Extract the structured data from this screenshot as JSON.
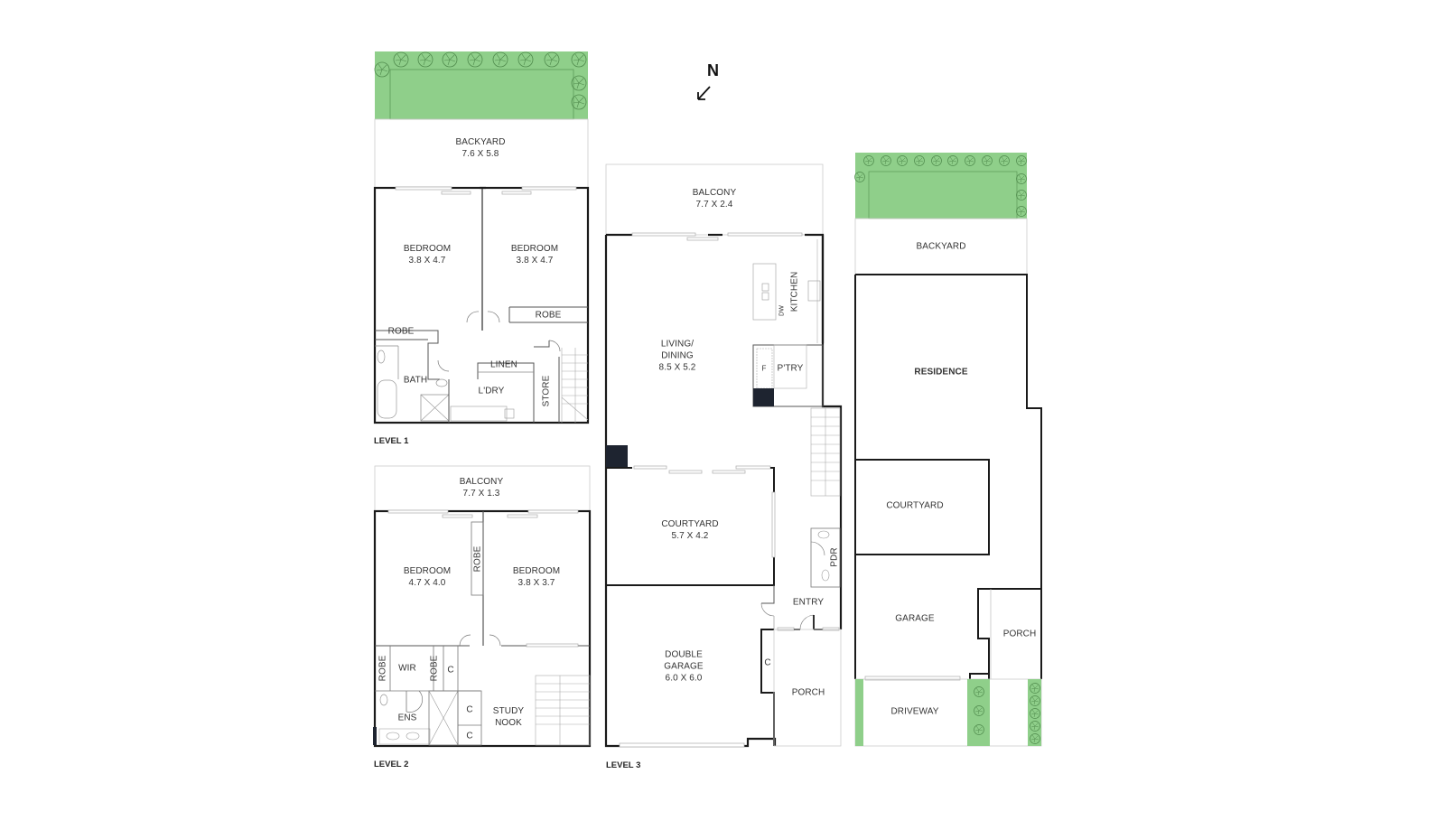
{
  "compass": {
    "label": "N",
    "icon": "north-arrow-icon"
  },
  "colors": {
    "landscape_green": "#8fcf8a",
    "wall": "#1a1a1a",
    "thin_line": "#bbbbbb",
    "dark_fill": "#1e2430"
  },
  "level1": {
    "title": "LEVEL 1",
    "rooms": [
      {
        "name": "BACKYARD",
        "dims": "7.6 X 5.8"
      },
      {
        "name": "BEDROOM",
        "dims": "3.8 X 4.7"
      },
      {
        "name": "BEDROOM",
        "dims": "3.8 X 4.7"
      },
      {
        "name": "ROBE"
      },
      {
        "name": "ROBE"
      },
      {
        "name": "BATH"
      },
      {
        "name": "LINEN"
      },
      {
        "name": "L'DRY"
      },
      {
        "name": "STORE"
      }
    ]
  },
  "level2": {
    "title": "LEVEL 2",
    "rooms": [
      {
        "name": "BALCONY",
        "dims": "7.7 X 1.3"
      },
      {
        "name": "BEDROOM",
        "dims": "4.7 X 4.0"
      },
      {
        "name": "BEDROOM",
        "dims": "3.8 X 3.7"
      },
      {
        "name": "ROBE"
      },
      {
        "name": "ROBE"
      },
      {
        "name": "WIR"
      },
      {
        "name": "ROBE"
      },
      {
        "name": "C"
      },
      {
        "name": "ENS"
      },
      {
        "name": "C"
      },
      {
        "name": "C"
      },
      {
        "name": "STUDY NOOK"
      }
    ]
  },
  "level3": {
    "title": "LEVEL 3",
    "rooms": [
      {
        "name": "BALCONY",
        "dims": "7.7 X 2.4"
      },
      {
        "name": "LIVING/ DINING",
        "dims": "8.5 X 5.2"
      },
      {
        "name": "KITCHEN"
      },
      {
        "name": "DW"
      },
      {
        "name": "F"
      },
      {
        "name": "P'TRY"
      },
      {
        "name": "COURTYARD",
        "dims": "5.7 X 4.2"
      },
      {
        "name": "PDR"
      },
      {
        "name": "ENTRY"
      },
      {
        "name": "DOUBLE GARAGE",
        "dims": "6.0 X 6.0"
      },
      {
        "name": "C"
      },
      {
        "name": "PORCH"
      }
    ]
  },
  "site": {
    "rooms": [
      {
        "name": "BACKYARD"
      },
      {
        "name": "RESIDENCE"
      },
      {
        "name": "COURTYARD"
      },
      {
        "name": "GARAGE"
      },
      {
        "name": "PORCH"
      },
      {
        "name": "DRIVEWAY"
      }
    ]
  }
}
